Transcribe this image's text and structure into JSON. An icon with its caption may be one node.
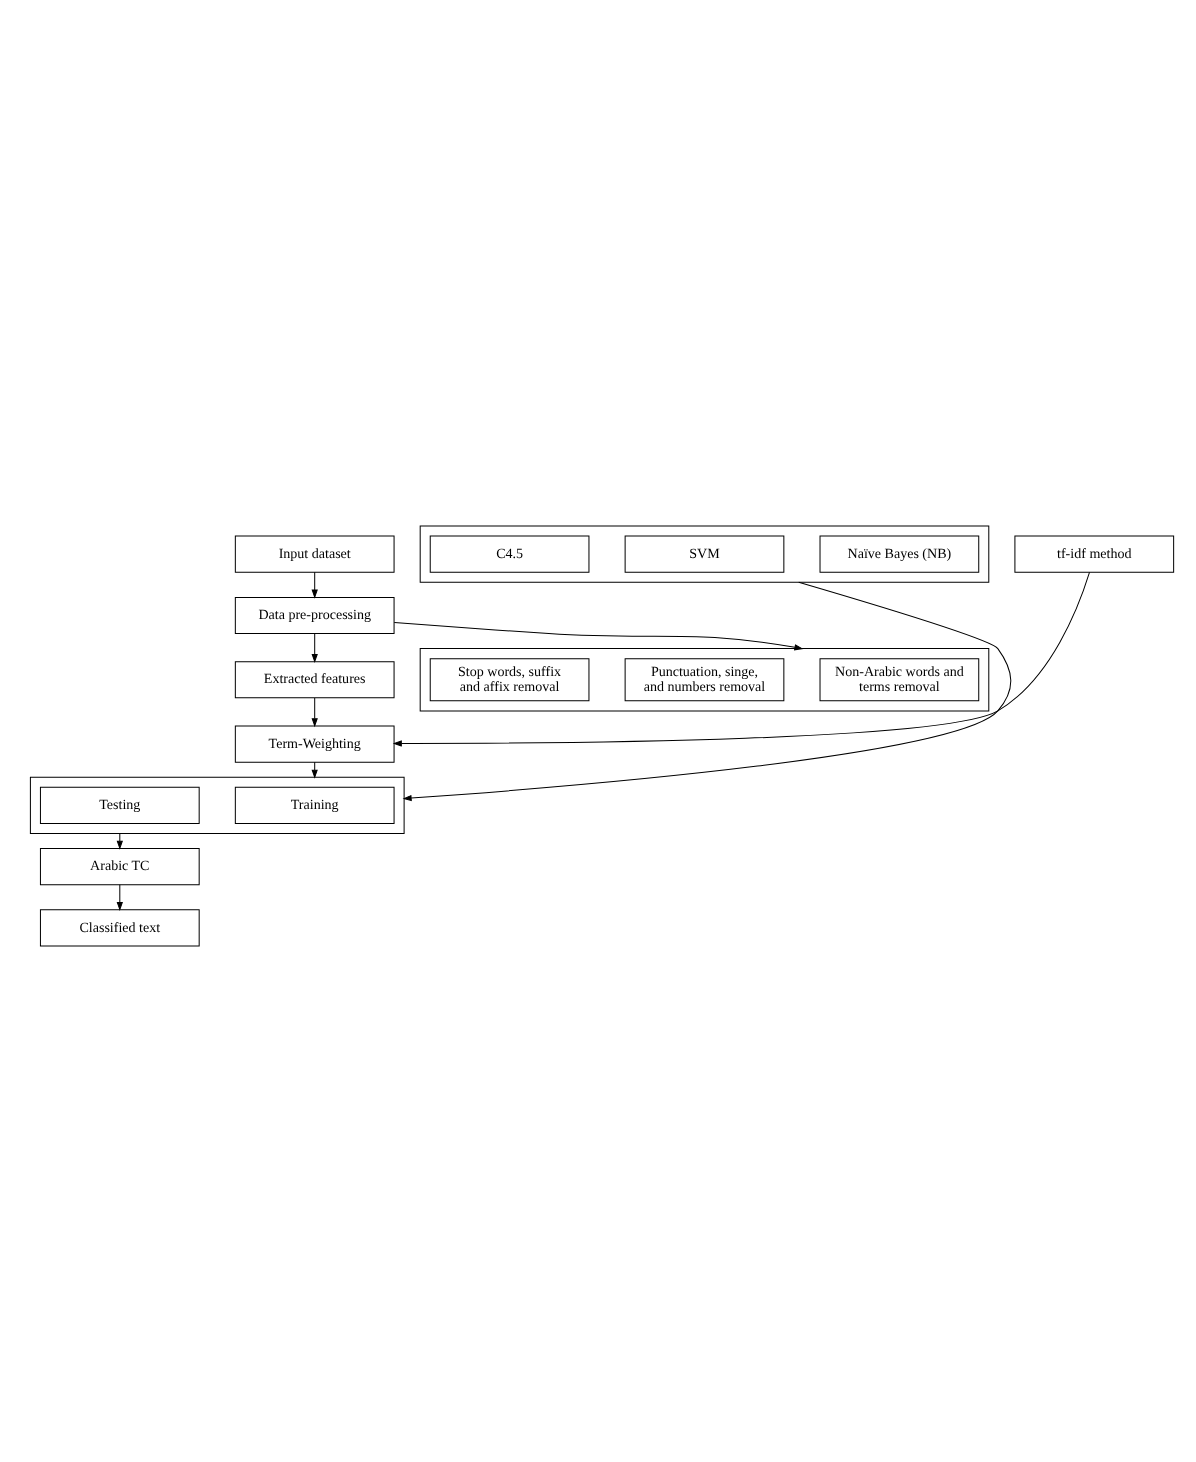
{
  "diagram": {
    "nodes": [
      {
        "text": [
          "Input dataset"
        ]
      },
      {
        "text": [
          "Data pre-processing"
        ]
      },
      {
        "text": [
          "Extracted features"
        ]
      },
      {
        "text": [
          "Term-Weighting"
        ]
      },
      {
        "text": [],
        "shape": "box"
      },
      {
        "text": [
          "Training"
        ],
        "in": 4
      },
      {
        "text": [
          "Testing"
        ],
        "in": 4
      },
      {
        "text": [
          "Arabic TC"
        ]
      },
      {
        "text": [
          "Classified text"
        ]
      },
      {
        "text": [],
        "shape": "box"
      },
      {
        "text": [
          "Non-Arabic words and terms removal"
        ],
        "in": 9
      },
      {
        "text": [
          "Punctuation, singe, and numbers removal"
        ],
        "in": 9
      },
      {
        "text": [
          "Stop words, suffix and affix removal"
        ],
        "in": 9
      },
      {
        "text": [
          "tf-idf method"
        ]
      },
      {
        "text": [],
        "shape": "box"
      },
      {
        "text": [
          "Naïve Bayes (NB)"
        ],
        "in": 14
      },
      {
        "text": [
          "SVM"
        ],
        "in": 14
      },
      {
        "text": [
          "C4.5"
        ],
        "in": 14
      }
    ],
    "edges": [
      {
        "from": 0,
        "to": 1,
        "arrow": "to"
      },
      {
        "from": 1,
        "to": 2,
        "arrow": "to"
      },
      {
        "from": 1,
        "to": 9,
        "arrow": "to"
      },
      {
        "from": 2,
        "to": 3,
        "arrow": "to"
      },
      {
        "from": 13,
        "to": 3,
        "arrow": "to"
      },
      {
        "from": 3,
        "to": 4,
        "arrow": "to"
      },
      {
        "from": 14,
        "to": 4,
        "arrow": "to"
      },
      {
        "from": 4,
        "to": 7,
        "arrow": "to"
      },
      {
        "from": 7,
        "to": 8,
        "arrow": "to"
      }
    ]
  }
}
